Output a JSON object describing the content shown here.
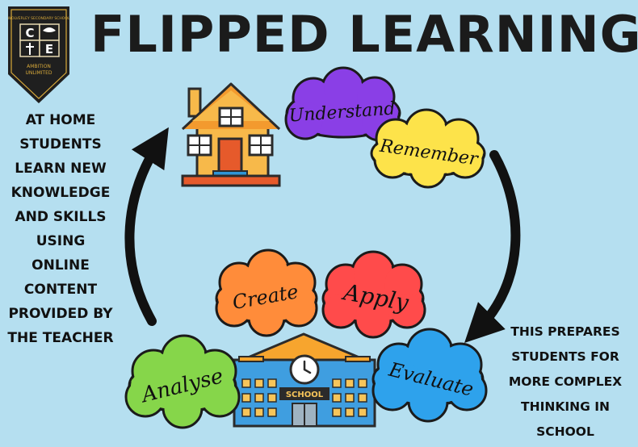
{
  "header": {
    "title": "FLIPPED LEARNING"
  },
  "badge": {
    "letters": [
      "C",
      "E"
    ],
    "arc_text": "WOLVERLEY SECONDARY SCHOOL",
    "motto_line1": "AMBITION",
    "motto_line2": "UNLIMITED"
  },
  "left_note": {
    "lines": [
      "AT HOME",
      "STUDENTS",
      "LEARN NEW",
      "KNOWLEDGE",
      "AND SKILLS",
      "USING ONLINE",
      "CONTENT",
      "PROVIDED BY",
      "THE TEACHER"
    ]
  },
  "right_note": {
    "lines": [
      "THIS PREPARES",
      "STUDENTS FOR",
      "MORE COMPLEX",
      "THINKING IN",
      "SCHOOL"
    ]
  },
  "clouds": {
    "understand": {
      "label": "Understand",
      "color": "#8a3fe6"
    },
    "remember": {
      "label": "Remember",
      "color": "#fde34a"
    },
    "create": {
      "label": "Create",
      "color": "#ff8c3a"
    },
    "apply": {
      "label": "Apply",
      "color": "#ff4b4b"
    },
    "analyse": {
      "label": "Analyse",
      "color": "#86d64a"
    },
    "evaluate": {
      "label": "Evaluate",
      "color": "#2ea2ec"
    }
  },
  "school": {
    "sign": "SCHOOL"
  }
}
